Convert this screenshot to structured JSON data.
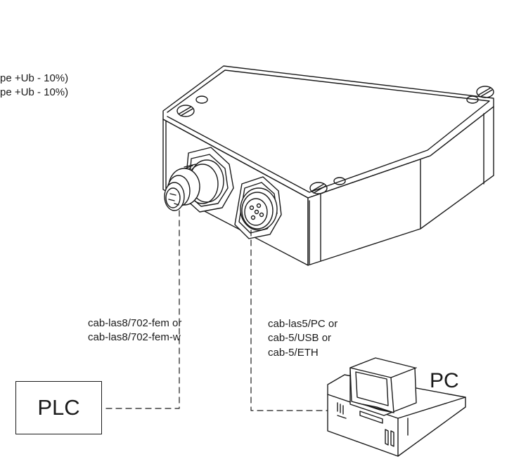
{
  "voltage_note": {
    "line1": "pe +Ub - 10%)",
    "line2": "pe +Ub - 10%)"
  },
  "cables": {
    "plc_cable": {
      "line1": "cab-las8/702-fem or",
      "line2": "cab-las8/702-fem-w"
    },
    "pc_cable": {
      "line1": "cab-las5/PC or",
      "line2": "cab-5/USB or",
      "line3": "cab-5/ETH"
    }
  },
  "devices": {
    "plc_label": "PLC",
    "pc_label": "PC"
  },
  "colors": {
    "line": "#1a1a1a",
    "background": "#ffffff"
  }
}
